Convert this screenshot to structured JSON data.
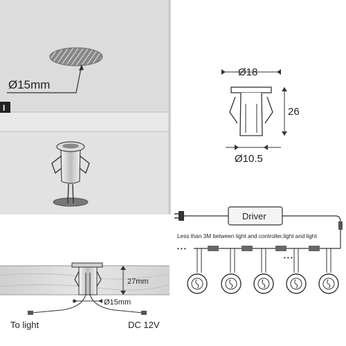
{
  "panel1": {
    "hole_label": "Ø15mm",
    "step": "I"
  },
  "dimensions": {
    "width": "Ø18",
    "height": "26",
    "base": "Ø10.5"
  },
  "wiring": {
    "driver": "Driver",
    "note": "Less than 3M between light and controller,light and light",
    "dots": "• • •"
  },
  "install": {
    "depth": "27mm",
    "hole": "Ø15mm",
    "to_light": "To light",
    "power": "DC 12V"
  }
}
